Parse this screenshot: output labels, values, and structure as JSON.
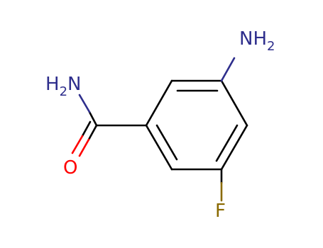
{
  "molecule": {
    "atoms": {
      "amine_top": {
        "main": "NH",
        "sub": "2"
      },
      "amide_n": {
        "pre": "H",
        "pre_sub": "2",
        "main": "N"
      },
      "carbonyl_o": {
        "main": "O"
      },
      "fluorine": {
        "main": "F"
      }
    },
    "colors": {
      "bond": "#000000",
      "nitrogen": "#2e2e8c",
      "oxygen": "#ff0000",
      "fluorine": "#8a6a00"
    }
  }
}
